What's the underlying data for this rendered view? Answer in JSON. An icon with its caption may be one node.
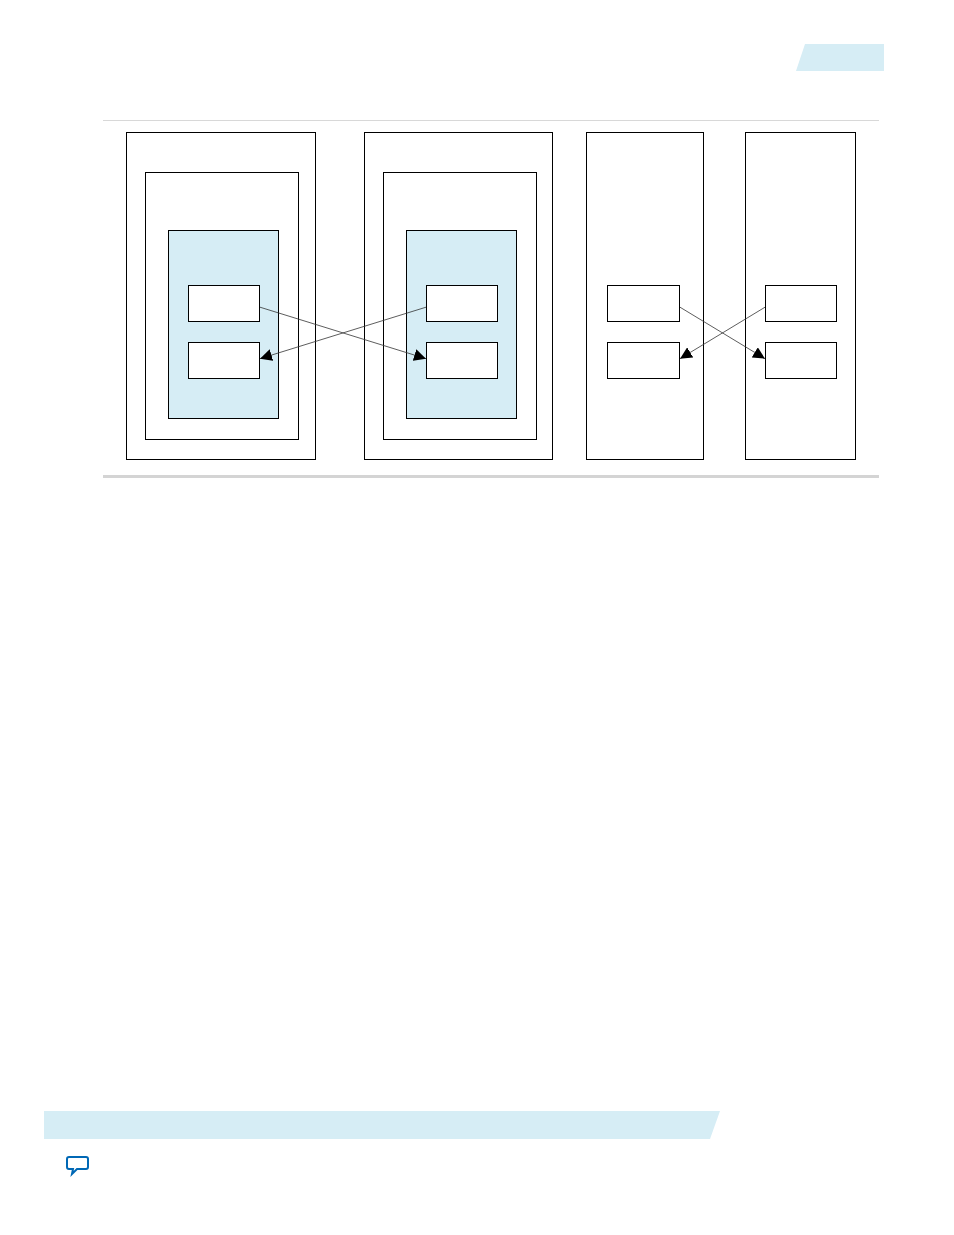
{
  "diagram": {
    "nodes": [
      {
        "text": [],
        "shape": "box"
      },
      {
        "text": [],
        "shape": "box",
        "in": 0
      },
      {
        "text": [],
        "shape": "box",
        "in": 1
      },
      {
        "text": [],
        "shape": "box",
        "in": 2
      },
      {
        "text": [],
        "shape": "box",
        "in": 2
      },
      {
        "text": [],
        "shape": "box"
      },
      {
        "text": [],
        "shape": "box",
        "in": 5
      },
      {
        "text": [],
        "shape": "box",
        "in": 6
      },
      {
        "text": [],
        "shape": "box",
        "in": 7
      },
      {
        "text": [],
        "shape": "box",
        "in": 7
      },
      {
        "text": [],
        "shape": "box"
      },
      {
        "text": [],
        "shape": "box",
        "in": 10
      },
      {
        "text": [],
        "shape": "box",
        "in": 10
      },
      {
        "text": [],
        "shape": "box"
      },
      {
        "text": [],
        "shape": "box",
        "in": 13
      },
      {
        "text": [],
        "shape": "box",
        "in": 13
      }
    ],
    "edges": [
      {
        "from": 3,
        "to": 9,
        "arrow": "to"
      },
      {
        "from": 8,
        "to": 4,
        "arrow": "to"
      },
      {
        "from": 11,
        "to": 15,
        "arrow": "to"
      },
      {
        "from": 14,
        "to": 12,
        "arrow": "to"
      }
    ]
  }
}
